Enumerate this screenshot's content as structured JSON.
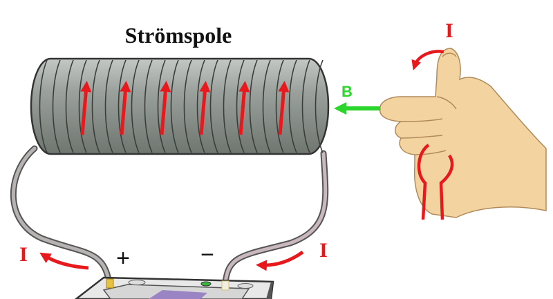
{
  "title": "Strömspole",
  "labels": {
    "current_top": "I",
    "current_left": "I",
    "current_right": "I",
    "field": "B",
    "plus": "+",
    "minus": "−"
  },
  "colors": {
    "coil": "#8f9690",
    "current_arrow": "#e8191c",
    "field_arrow": "#2bd62b",
    "skin": "#f3d3a0"
  }
}
